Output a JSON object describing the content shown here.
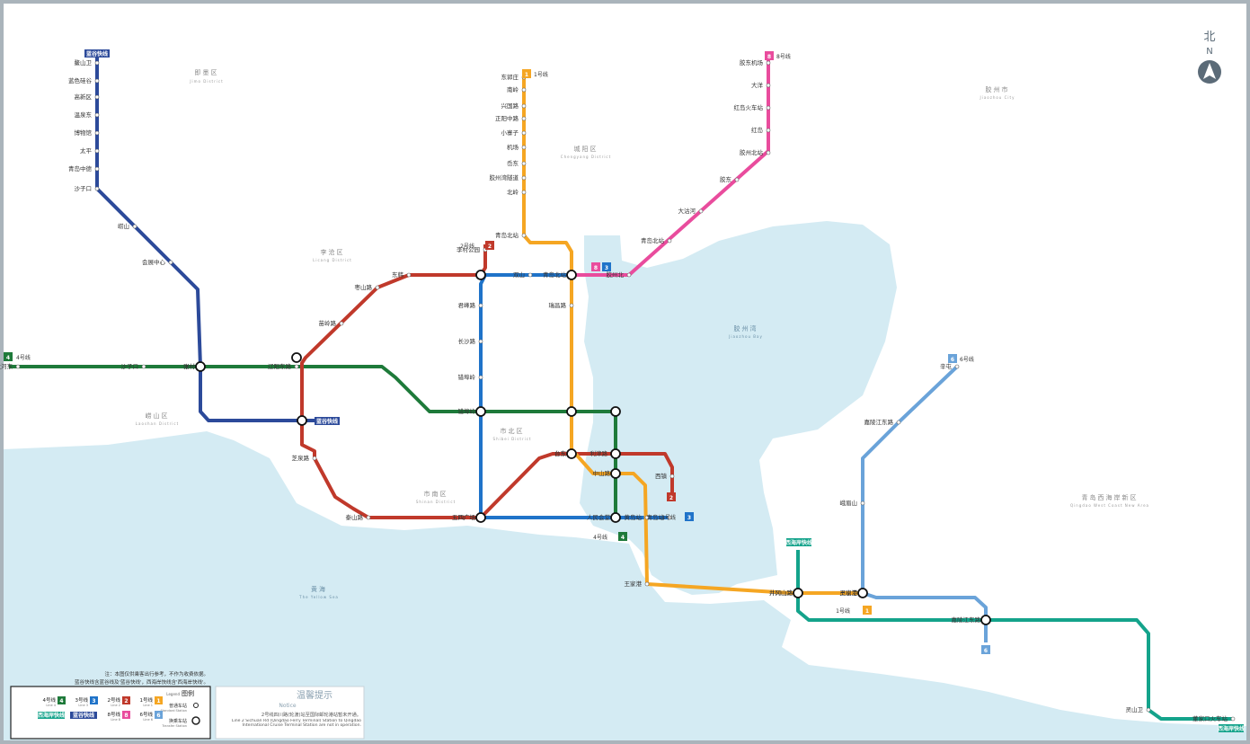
{
  "compass": {
    "north_zh": "北",
    "north_en": "N"
  },
  "districts": [
    {
      "zh": "即墨区",
      "en": "Jimo District"
    },
    {
      "zh": "胶州市",
      "en": "Jiaozhou City"
    },
    {
      "zh": "城阳区",
      "en": "Chengyang District"
    },
    {
      "zh": "李沧区",
      "en": "Licang District"
    },
    {
      "zh": "崂山区",
      "en": "Laoshan District"
    },
    {
      "zh": "市北区",
      "en": "Shibei District"
    },
    {
      "zh": "市南区",
      "en": "Shinan District"
    },
    {
      "zh": "青岛西海岸新区",
      "en": "Qingdao West Coast New Area"
    }
  ],
  "seas": [
    {
      "zh": "胶州湾",
      "en": "Jiaozhou Bay"
    },
    {
      "zh": "黄海",
      "en": "The Yellow Sea"
    }
  ],
  "colors": {
    "line1": "#f5a623",
    "line2": "#c0392b",
    "line3": "#1f73c9",
    "line4": "#1e7a3a",
    "line6": "#6aa3d9",
    "line8": "#e94c9d",
    "blue_express": "#2c4a9a",
    "west_coast": "#14a38b",
    "sea": "#d4ebf3",
    "land": "#ffffff"
  },
  "lines": [
    {
      "id": "1",
      "zh": "1号线",
      "en": "Line 1"
    },
    {
      "id": "2",
      "zh": "2号线",
      "en": "Line 2"
    },
    {
      "id": "3",
      "zh": "3号线",
      "en": "Line 3"
    },
    {
      "id": "4",
      "zh": "4号线",
      "en": "Line 4"
    },
    {
      "id": "6",
      "zh": "6号线",
      "en": "Line 6"
    },
    {
      "id": "8",
      "zh": "8号线",
      "en": "Line 8"
    },
    {
      "id": "blue",
      "zh": "蓝谷快线",
      "en": ""
    },
    {
      "id": "wc",
      "zh": "西海岸快线",
      "en": ""
    }
  ],
  "stations": {
    "blue": [
      "鳌山卫",
      "蓝色硅谷",
      "高新区",
      "温泉东",
      "博物馆",
      "太平",
      "青岛中德",
      "沙子口",
      "崂山",
      "会展中心",
      "张村"
    ],
    "line8": [
      "胶东机场",
      "大洋",
      "红岛火车站",
      "红岛",
      "胶州北站",
      "胶东",
      "大沽河",
      "青岛北站",
      "胶州北"
    ],
    "line1": [
      "东郭庄",
      "南岭",
      "兴国路",
      "正阳中路",
      "小寨子",
      "机场",
      "岙东",
      "胶州湾隧道",
      "北岭",
      "青岛北站",
      "瑞昌路",
      "台东",
      "中山路",
      "黄岛站",
      "王家港",
      "井冈山路",
      "灵山卫"
    ],
    "line2": [
      "李村公园",
      "东韩",
      "枣山路",
      "苗岭路",
      "芝泉路",
      "台东",
      "利津路",
      "五四广场",
      "西镇",
      "泰山路"
    ],
    "line3": [
      "青岛北站",
      "双山",
      "君峰路",
      "长沙路",
      "错埠岭",
      "五四广场",
      "青岛站"
    ],
    "line4": [
      "大河东",
      "沙子口",
      "张村",
      "辽阳东路",
      "错埠岭",
      "人民会堂"
    ],
    "line6": [
      "辛屯",
      "嘉陵江东路",
      "峨眉山",
      "王家港"
    ],
    "wc": [
      "董家口火车站",
      "灵山卫",
      "井冈山路",
      "嘉陵江东路"
    ]
  },
  "legend": {
    "title_zh": "图例",
    "title_en": "Legend",
    "standard_zh": "普通车站",
    "standard_en": "Standard Station",
    "transfer_zh": "换乘车站",
    "transfer_en": "Transfer Station",
    "items": [
      {
        "num": "1",
        "zh": "1号线",
        "en": "Line 1",
        "color": "#f5a623"
      },
      {
        "num": "2",
        "zh": "2号线",
        "en": "Line 2",
        "color": "#c0392b"
      },
      {
        "num": "3",
        "zh": "3号线",
        "en": "Line 3",
        "color": "#1f73c9"
      },
      {
        "num": "4",
        "zh": "4号线",
        "en": "Line 4",
        "color": "#1e7a3a"
      },
      {
        "num": "6",
        "zh": "6号线",
        "en": "Line 6",
        "color": "#6aa3d9"
      },
      {
        "num": "8",
        "zh": "8号线",
        "en": "Line 8",
        "color": "#e94c9d"
      },
      {
        "num": "",
        "zh": "蓝谷快线",
        "en": "",
        "color": "#2c4a9a"
      },
      {
        "num": "",
        "zh": "西海岸快线",
        "en": "",
        "color": "#14a38b"
      }
    ]
  },
  "notice": {
    "title_zh": "温馨提示",
    "title_en": "Notice",
    "body_zh": "2号线四川路(轮渡)站至国际邮轮港站暂未开通。",
    "body_en": "Line 2 Sichuan Rd (Qingdao Ferry Terminal) Station to Qingdao International Cruise Terminal Station are not in operation."
  },
  "footnote": {
    "line1": "注：本图仅供乘客出行参考，不作为收费依据。",
    "line2": "蓝谷快线含蓝谷线及'蓝谷快线'，西海岸快线含'西海岸快线'。"
  }
}
